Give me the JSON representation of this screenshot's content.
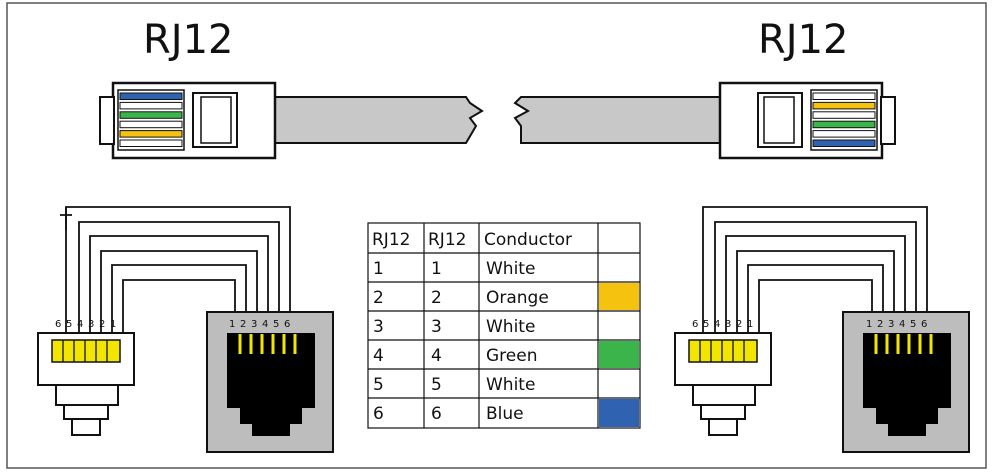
{
  "left_title": "RJ12",
  "right_title": "RJ12",
  "plug_pin_numbers": [
    "6",
    "5",
    "4",
    "3",
    "2",
    "1"
  ],
  "jack_pin_numbers": [
    "1",
    "2",
    "3",
    "4",
    "5",
    "6"
  ],
  "table": {
    "headers": [
      "RJ12",
      "RJ12",
      "Conductor",
      ""
    ],
    "rows": [
      {
        "pin_a": "1",
        "pin_b": "1",
        "conductor": "White",
        "color": "#ffffff"
      },
      {
        "pin_a": "2",
        "pin_b": "2",
        "conductor": "Orange",
        "color": "#f5c20f"
      },
      {
        "pin_a": "3",
        "pin_b": "3",
        "conductor": "White",
        "color": "#ffffff"
      },
      {
        "pin_a": "4",
        "pin_b": "4",
        "conductor": "Green",
        "color": "#3bb54a"
      },
      {
        "pin_a": "5",
        "pin_b": "5",
        "conductor": "White",
        "color": "#ffffff"
      },
      {
        "pin_a": "6",
        "pin_b": "6",
        "conductor": "Blue",
        "color": "#2f62b0"
      }
    ]
  },
  "colors": {
    "cable_gray": "#c8c8c8",
    "jack_gray": "#bdbdbd",
    "contact_yellow": "#f2e600",
    "stroke": "#111111"
  }
}
